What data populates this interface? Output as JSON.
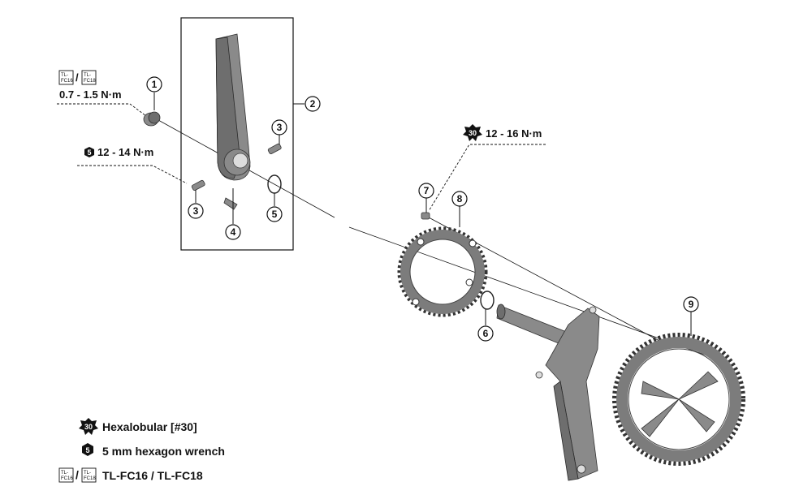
{
  "callouts": [
    "1",
    "2",
    "3",
    "3",
    "4",
    "5",
    "6",
    "7",
    "8",
    "9"
  ],
  "specs": {
    "tool_slash": "/",
    "tool_a": [
      "TL-",
      "FC16"
    ],
    "tool_b": [
      "TL-",
      "FC18"
    ],
    "torque_1": "0.7 - 1.5 N·m",
    "hex5_value": "5",
    "torque_3": "12 - 14 N·m",
    "hexalobular_value": "30",
    "torque_7": "12 - 16 N·m"
  },
  "legend": {
    "hexalobular_icon": "30",
    "hexalobular": "Hexalobular [#30]",
    "hex_icon": "5",
    "hex": "5 mm hexagon wrench",
    "tool_a": [
      "TL-",
      "FC16"
    ],
    "tool_slash": "/",
    "tool_b": [
      "TL-",
      "FC18"
    ],
    "tools": "TL-FC16 / TL-FC18"
  },
  "colors": {
    "part": "#8a8a8a",
    "part_dark": "#6e6e6e",
    "line": "#111111"
  }
}
